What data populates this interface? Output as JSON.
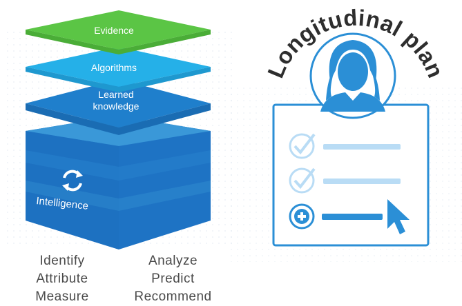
{
  "stack": {
    "layers": [
      {
        "label": "Evidence",
        "color": "#5bc545"
      },
      {
        "label": "Algorithms",
        "color": "#25b0e8"
      },
      {
        "label_line1": "Learned",
        "label_line2": "knowledge",
        "color": "#1f7fcc"
      }
    ],
    "base": {
      "label": "Intelligence",
      "top_color": "#3a98d8",
      "front_color": "#1e73c4",
      "icon": "refresh-cycle-icon"
    }
  },
  "captions": {
    "left": [
      "Identify",
      "Attribute",
      "Measure"
    ],
    "right": [
      "Analyze",
      "Predict",
      "Recommend"
    ]
  },
  "plan": {
    "title": "Longitudinal plan",
    "accent_color": "#2b8fd6",
    "check_color": "#b9dcf5",
    "items": [
      {
        "icon": "checkmark-circle-icon",
        "state": "done"
      },
      {
        "icon": "checkmark-circle-icon",
        "state": "done"
      },
      {
        "icon": "plus-circle-icon",
        "state": "active"
      }
    ],
    "cursor_icon": "mouse-pointer-icon",
    "avatar_icon": "person-avatar-icon"
  }
}
